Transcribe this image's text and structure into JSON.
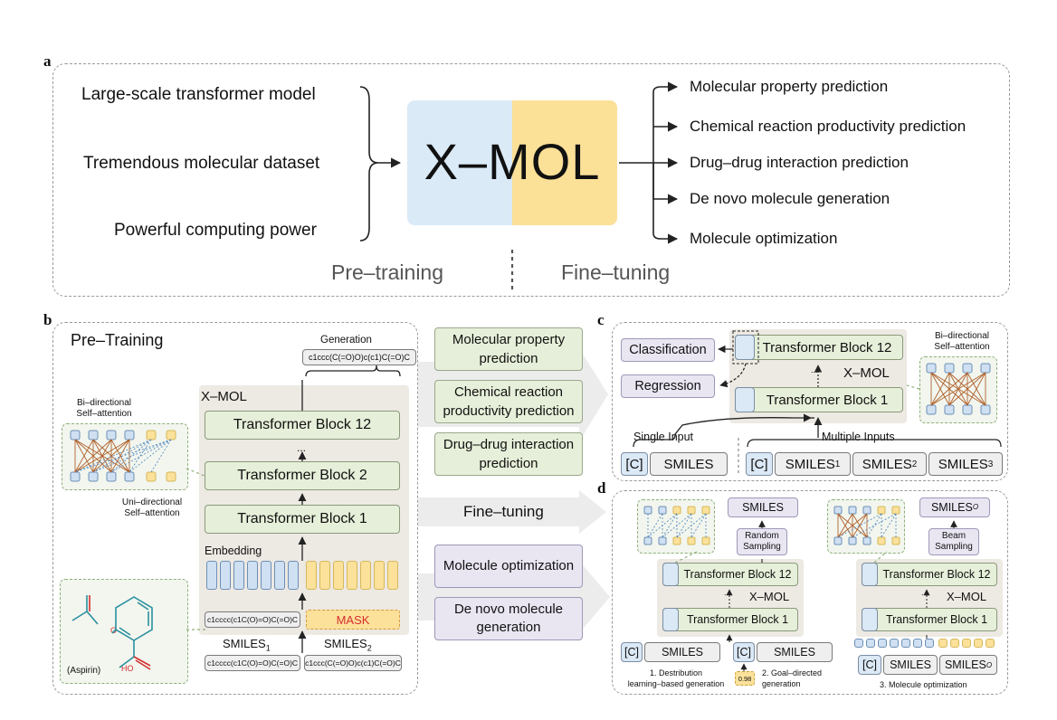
{
  "panel_a": {
    "label": "a",
    "inputs": [
      "Large-scale transformer model",
      "Tremendous molecular dataset",
      "Powerful computing power"
    ],
    "center_title": "X–MOL",
    "outputs": [
      "Molecular property prediction",
      "Chemical reaction productivity prediction",
      "Drug–drug interaction prediction",
      "De novo molecule generation",
      "Molecule optimization"
    ],
    "pretraining": "Pre–training",
    "finetuning": "Fine–tuning",
    "colors": {
      "blue": "#daeaf7",
      "yellow": "#fbe097"
    }
  },
  "panel_b": {
    "label": "b",
    "title": "Pre–Training",
    "generation_label": "Generation",
    "generation_smiles": "c1ccc(C(=O)O)c(c1)C(=O)C",
    "model_name": "X–MOL",
    "block12": "Transformer Block 12",
    "block2": "Transformer Block 2",
    "block1": "Transformer Block 1",
    "dots": "...",
    "embedding": "Embedding",
    "input_smiles": "c1cccc(c1C(O)=O)C(=O)C",
    "mask": "MASK",
    "smiles1_label": "SMILES",
    "smiles1_sub": "1",
    "smiles2_label": "SMILES",
    "smiles2_sub": "2",
    "bottom_smiles1": "c1cccc(c1C(O)=O)C(=O)C",
    "bottom_smiles2": "c1ccc(C(=O)O)c(c1)C(=O)C",
    "bi_attention": [
      "Bi–directional",
      "Self–attention"
    ],
    "uni_attention": [
      "Uni–directional",
      "Self–attention"
    ],
    "aspirin_label": "(Aspirin)",
    "atom_o": "O",
    "atom_ho": "HO"
  },
  "middle": {
    "tasks_top": [
      "Molecular property prediction",
      "Chemical reaction productivity prediction",
      "Drug–drug interaction prediction"
    ],
    "finetuning": "Fine–tuning",
    "tasks_bottom": [
      "Molecule optimization",
      "De novo molecule generation"
    ]
  },
  "panel_c": {
    "label": "c",
    "classification": "Classification",
    "regression": "Regression",
    "block12": "Transformer Block 12",
    "block1": "Transformer Block 1",
    "model_name": "X–MOL",
    "dots": "...",
    "bi_attention": [
      "Bi–directional",
      "Self–attention"
    ],
    "single_input": "Single Input",
    "multiple_inputs": "Multiple Inputs",
    "cls_token": "[C]",
    "smiles": "SMILES",
    "smiles1": "SMILES",
    "smiles1_sub": "1",
    "smiles2": "SMILES",
    "smiles2_sub": "2",
    "smiles3": "SMILES",
    "smiles3_sub": "3"
  },
  "panel_d": {
    "label": "d",
    "left": {
      "output": "SMILES",
      "sampling": [
        "Random",
        "Sampling"
      ],
      "block12": "Transformer Block 12",
      "block1": "Transformer Block 1",
      "model_name": "X–MOL",
      "dots": "...",
      "cls_token": "[C]",
      "smiles": "SMILES",
      "caption1": [
        "1. Destribution",
        "learning–based generation"
      ],
      "cls_token2": "[C]",
      "smiles2": "SMILES",
      "value": "0.98",
      "caption2": [
        "2. Goal–directed",
        "generation"
      ]
    },
    "right": {
      "output": "SMILES",
      "output_sub": "O",
      "sampling": [
        "Beam",
        "Sampling"
      ],
      "block12": "Transformer Block 12",
      "block1": "Transformer Block 1",
      "model_name": "X–MOL",
      "dots": "...",
      "cls_token": "[C]",
      "smiles": "SMILES",
      "smiles_o": "SMILES",
      "smiles_o_sub": "O",
      "caption": "3. Molecule optimization"
    }
  }
}
